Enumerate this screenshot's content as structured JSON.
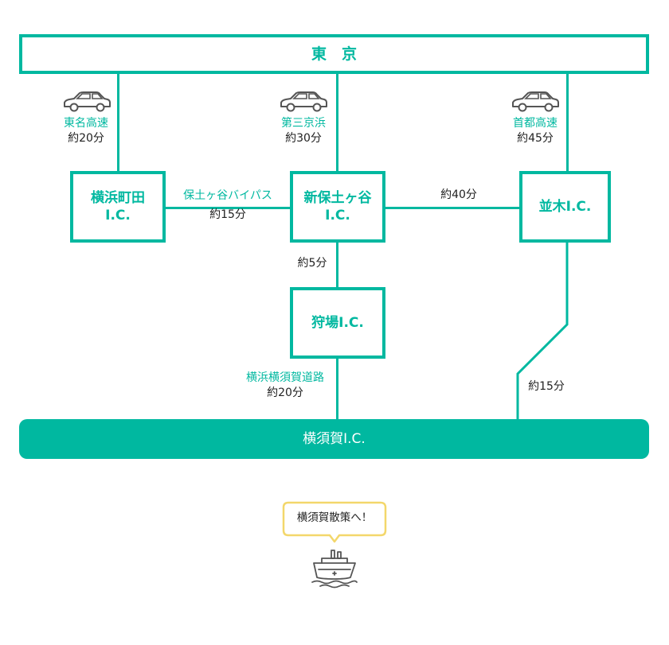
{
  "colors": {
    "accent": "#00b8a0",
    "text": "#222222",
    "bubble_border": "#f3d76b",
    "ship": "#555555"
  },
  "nodes": {
    "tokyo": "東　京",
    "yokohama_machida": {
      "line1": "横浜町田",
      "line2": "I.C."
    },
    "shin_hodogaya": {
      "line1": "新保土ヶ谷",
      "line2": "I.C."
    },
    "namiki": "並木I.C.",
    "kariba": "狩場I.C.",
    "yokosuka": "横須賀I.C."
  },
  "routes": {
    "tomei": {
      "road": "東名高速",
      "time": "約20分"
    },
    "daisan_keihin": {
      "road": "第三京浜",
      "time": "約30分"
    },
    "shuto": {
      "road": "首都高速",
      "time": "約45分"
    },
    "hodogaya_bypass": {
      "road": "保土ヶ谷バイパス",
      "time": "約15分"
    },
    "shinhodogaya_namiki": {
      "time": "約40分"
    },
    "shinhodogaya_kariba": {
      "time": "約5分"
    },
    "yokohama_yokosuka": {
      "road": "横浜横須賀道路",
      "time": "約20分"
    },
    "namiki_yokosuka": {
      "time": "約15分"
    }
  },
  "callout": {
    "text": "横須賀散策へ！"
  },
  "icons": {
    "vehicle": "car-icon",
    "boat": "ship-icon"
  }
}
